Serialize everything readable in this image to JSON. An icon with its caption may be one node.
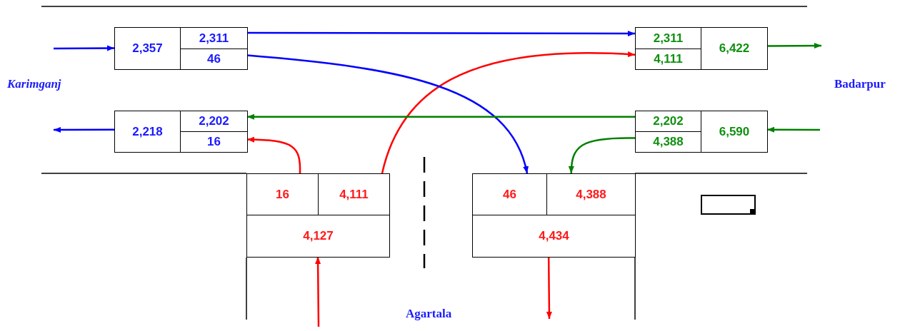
{
  "diagram": {
    "nodes": [
      {
        "text": [
          "2,357"
        ]
      },
      {
        "text": [
          "2,311"
        ]
      },
      {
        "text": [
          "46"
        ]
      },
      {
        "text": [
          "2,311"
        ]
      },
      {
        "text": [
          "4,111"
        ]
      },
      {
        "text": [
          "6,422"
        ]
      },
      {
        "text": [
          "2,218"
        ]
      },
      {
        "text": [
          "2,202"
        ]
      },
      {
        "text": [
          "16"
        ]
      },
      {
        "text": [
          "2,202"
        ]
      },
      {
        "text": [
          "4,388"
        ]
      },
      {
        "text": [
          "6,590"
        ]
      },
      {
        "text": [
          "16"
        ]
      },
      {
        "text": [
          "4,111"
        ]
      },
      {
        "text": [
          "4,127"
        ]
      },
      {
        "text": [
          "46"
        ]
      },
      {
        "text": [
          "4,388"
        ]
      },
      {
        "text": [
          "4,434"
        ]
      },
      {
        "text": [],
        "shape": "box"
      }
    ],
    "edges": [
      {
        "from": null,
        "to": 0,
        "arrow": "to",
        "color": "#0000ff"
      },
      {
        "from": 1,
        "to": 3,
        "arrow": "to",
        "color": "#0000ff"
      },
      {
        "from": 5,
        "to": null,
        "arrow": "to",
        "color": "#008000"
      },
      {
        "from": 13,
        "to": 4,
        "arrow": "to",
        "color": "#ff0000"
      },
      {
        "from": 2,
        "to": 15,
        "arrow": "to",
        "color": "#0000ff"
      },
      {
        "from": 6,
        "to": null,
        "arrow": "to",
        "color": "#0000ff"
      },
      {
        "from": 9,
        "to": 7,
        "arrow": "to",
        "color": "#008000"
      },
      {
        "from": null,
        "to": 11,
        "arrow": "to",
        "color": "#008000"
      },
      {
        "from": 12,
        "to": 8,
        "arrow": "to",
        "color": "#ff0000"
      },
      {
        "from": 10,
        "to": 16,
        "arrow": "to",
        "color": "#008000"
      },
      {
        "from": null,
        "to": 14,
        "arrow": "to",
        "color": "#ff0000"
      },
      {
        "from": 17,
        "to": null,
        "arrow": "to",
        "color": "#ff0000"
      }
    ],
    "labels": [
      "Karimganj",
      "Badarpur",
      "Agartala"
    ]
  }
}
